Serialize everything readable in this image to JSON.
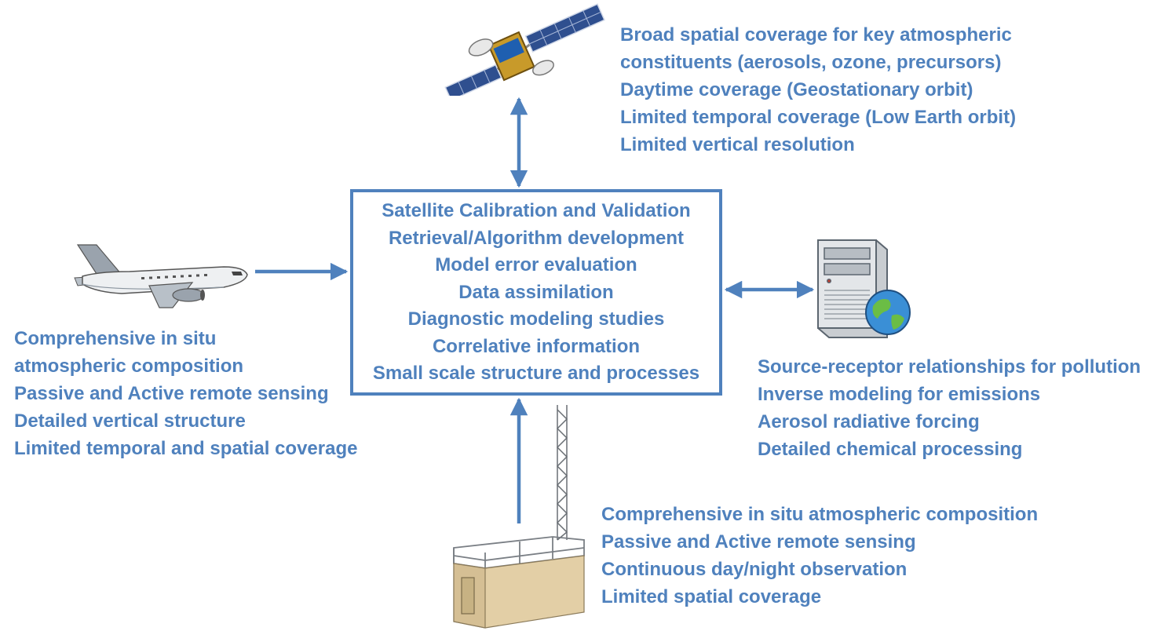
{
  "colors": {
    "text": "#4f81bd",
    "arrow": "#4f81bd"
  },
  "center": {
    "lines": [
      "Satellite Calibration and Validation",
      "Retrieval/Algorithm development",
      "Model error evaluation",
      "Data assimilation",
      "Diagnostic modeling studies",
      "Correlative information",
      "Small scale structure and processes"
    ]
  },
  "satellite": {
    "icon": "satellite-icon",
    "lines": [
      "Broad spatial coverage for key atmospheric",
      "constituents (aerosols, ozone, precursors)",
      "Daytime coverage (Geostationary orbit)",
      "Limited temporal coverage (Low Earth orbit)",
      "Limited vertical resolution"
    ]
  },
  "aircraft": {
    "icon": "airplane-icon",
    "lines": [
      "Comprehensive in situ",
      "atmospheric composition",
      "Passive and Active remote sensing",
      "Detailed vertical structure",
      "Limited temporal and spatial coverage"
    ]
  },
  "model": {
    "icon": "computer-globe-icon",
    "lines": [
      "Source-receptor relationships for pollution",
      "Inverse modeling for emissions",
      "Aerosol radiative forcing",
      "Detailed chemical processing"
    ]
  },
  "ground": {
    "icon": "ground-station-icon",
    "lines": [
      "Comprehensive in situ atmospheric composition",
      "Passive and Active remote sensing",
      "Continuous day/night observation",
      "Limited spatial coverage"
    ]
  }
}
